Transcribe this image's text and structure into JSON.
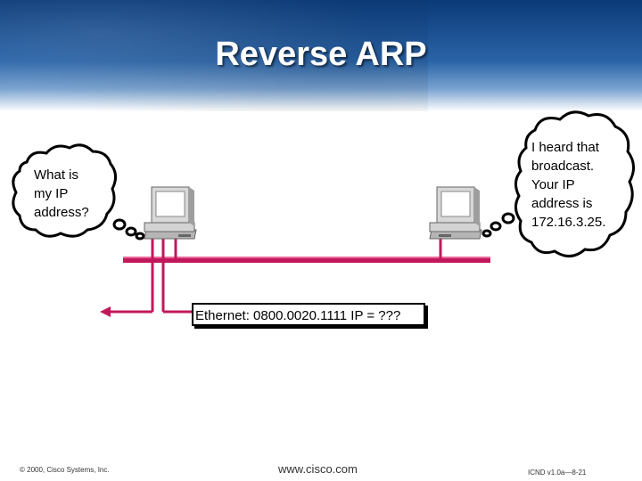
{
  "slide": {
    "title": "Reverse ARP",
    "left_bubble": "What is\nmy IP\naddress?",
    "right_bubble": "I heard that\nbroadcast.\nYour IP\naddress is\n172.16.3.25.",
    "ethernet_label": "Ethernet: 0800.0020.1111 IP = ???"
  },
  "footer": {
    "copyright": "© 2000, Cisco Systems, Inc.",
    "website": "www.cisco.com",
    "course": "ICND v1.0a—8-21"
  },
  "colors": {
    "network_line": "#c2185b",
    "header_dark": "#0b3a78",
    "header_light": "#7aa3d0"
  },
  "icons": [
    "workstation-icon",
    "thought-bubble-icon",
    "arrow-left-icon"
  ]
}
